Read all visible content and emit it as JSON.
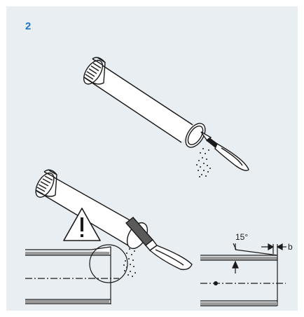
{
  "step": {
    "number": "2"
  },
  "detail": {
    "angle_label": "15°",
    "chamfer_label": "b"
  },
  "colors": {
    "background_panel": "#e8eef2",
    "step_number": "#1f77c5",
    "line": "#1a1a1a",
    "pipe_wall": "#9a9a9a"
  },
  "icons": {
    "warning": "warning-triangle-icon",
    "tool": "deburring-tool-icon",
    "chisel": "chisel-icon"
  }
}
